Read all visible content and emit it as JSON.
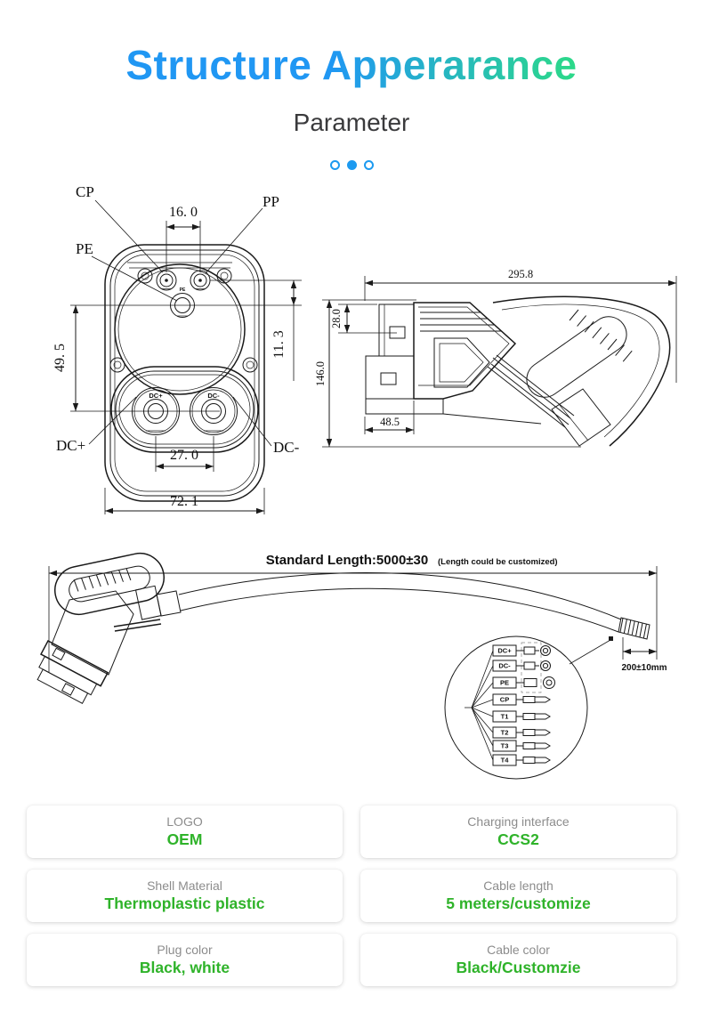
{
  "theme": {
    "accent_blue": "#2097F3",
    "accent_green": "#2EE17C",
    "spec_green": "#2FB32A",
    "label_gray": "#8C8C8C",
    "dot_blue": "#1C9AF0",
    "line": "#1A1A1A"
  },
  "header": {
    "title": "Structure Apperarance",
    "subtitle": "Parameter"
  },
  "carousel": {
    "active_index": 1,
    "count": 3
  },
  "face_view": {
    "labels": {
      "cp": "CP",
      "pp": "PP",
      "pe": "PE",
      "dc_plus": "DC+",
      "dc_minus": "DC-"
    },
    "pin_marks": {
      "pe": "PE",
      "dc_plus": "DC+",
      "dc_minus": "DC-"
    },
    "dims": {
      "pin_spacing_top": "16. 0",
      "pe_to_dc": "49. 5",
      "pp_to_pe": "11. 3",
      "dc_spacing": "27. 0",
      "overall_width": "72. 1"
    }
  },
  "side_view": {
    "dims": {
      "overall_length": "295.8",
      "latch_depth": "28.0",
      "overall_height": "146.0",
      "front_width": "48.5"
    }
  },
  "cable_view": {
    "length_label": "Standard Length:5000±30",
    "length_note": "(Length could be customized)",
    "strip_dim": "200±10mm",
    "wires": [
      "DC+",
      "DC-",
      "PE",
      "CP",
      "T1",
      "T2",
      "T3",
      "T4"
    ]
  },
  "spec_cards": [
    {
      "label": "LOGO",
      "value": "OEM"
    },
    {
      "label": "Charging interface",
      "value": "CCS2"
    },
    {
      "label": "Shell Material",
      "value": "Thermoplastic plastic"
    },
    {
      "label": "Cable length",
      "value": "5 meters/customize"
    },
    {
      "label": "Plug color",
      "value": "Black, white"
    },
    {
      "label": "Cable color",
      "value": "Black/Customzie"
    }
  ]
}
